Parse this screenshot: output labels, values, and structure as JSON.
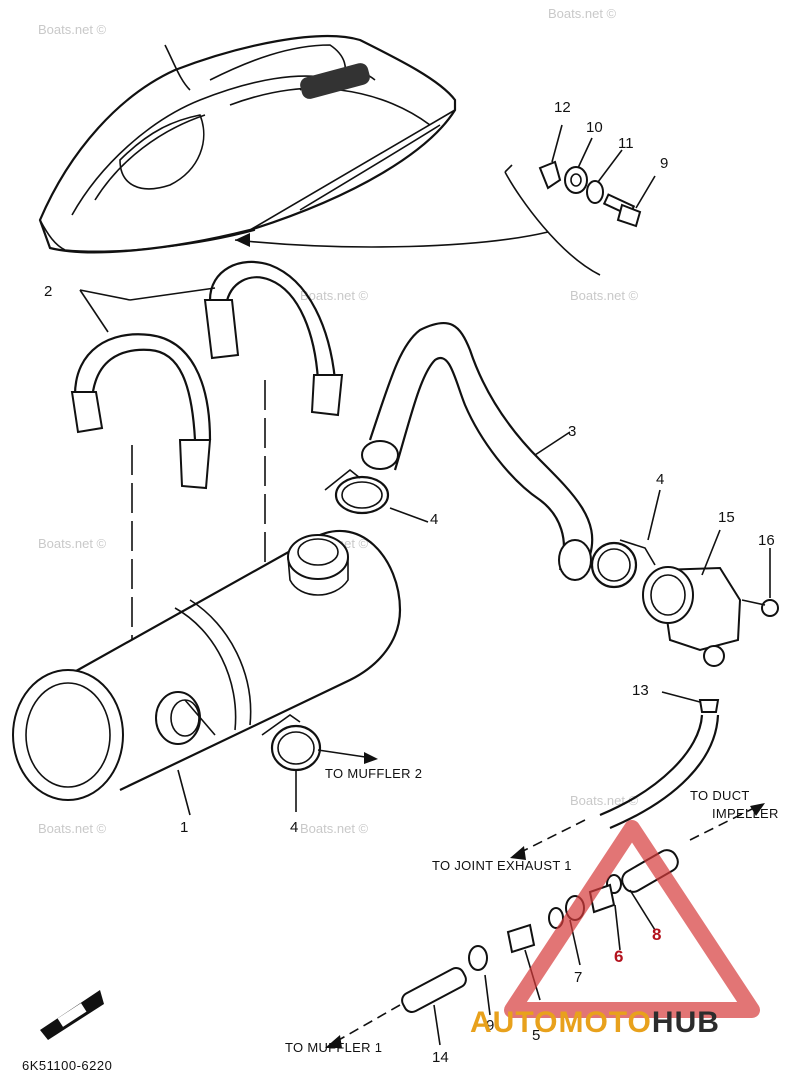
{
  "watermark": "Boats.net ©",
  "callouts": {
    "p1": "1",
    "p2": "2",
    "p3": "3",
    "p4a": "4",
    "p4b": "4",
    "p4c": "4",
    "p5": "5",
    "p6": "6",
    "p7": "7",
    "p8": "8",
    "p9a": "9",
    "p9b": "9",
    "p10": "10",
    "p11": "11",
    "p12": "12",
    "p13": "13",
    "p14": "14",
    "p15": "15",
    "p16": "16"
  },
  "notes": {
    "to_muffler_2": "TO MUFFLER 2",
    "to_duct": "TO DUCT",
    "impeller": "IMPELLER",
    "to_joint_exhaust": "TO JOINT EXHAUST 1",
    "to_muffler_1": "TO MUFFLER 1"
  },
  "part_number": "6K51100-6220",
  "logo": {
    "part1": "AUTOMOTO",
    "part2": "HUB"
  },
  "colors": {
    "logo_accent": "#e8a11c",
    "logo_dark": "#2c2c2c",
    "triangle": "#d63a3a",
    "callout_red": "#b3121d"
  }
}
